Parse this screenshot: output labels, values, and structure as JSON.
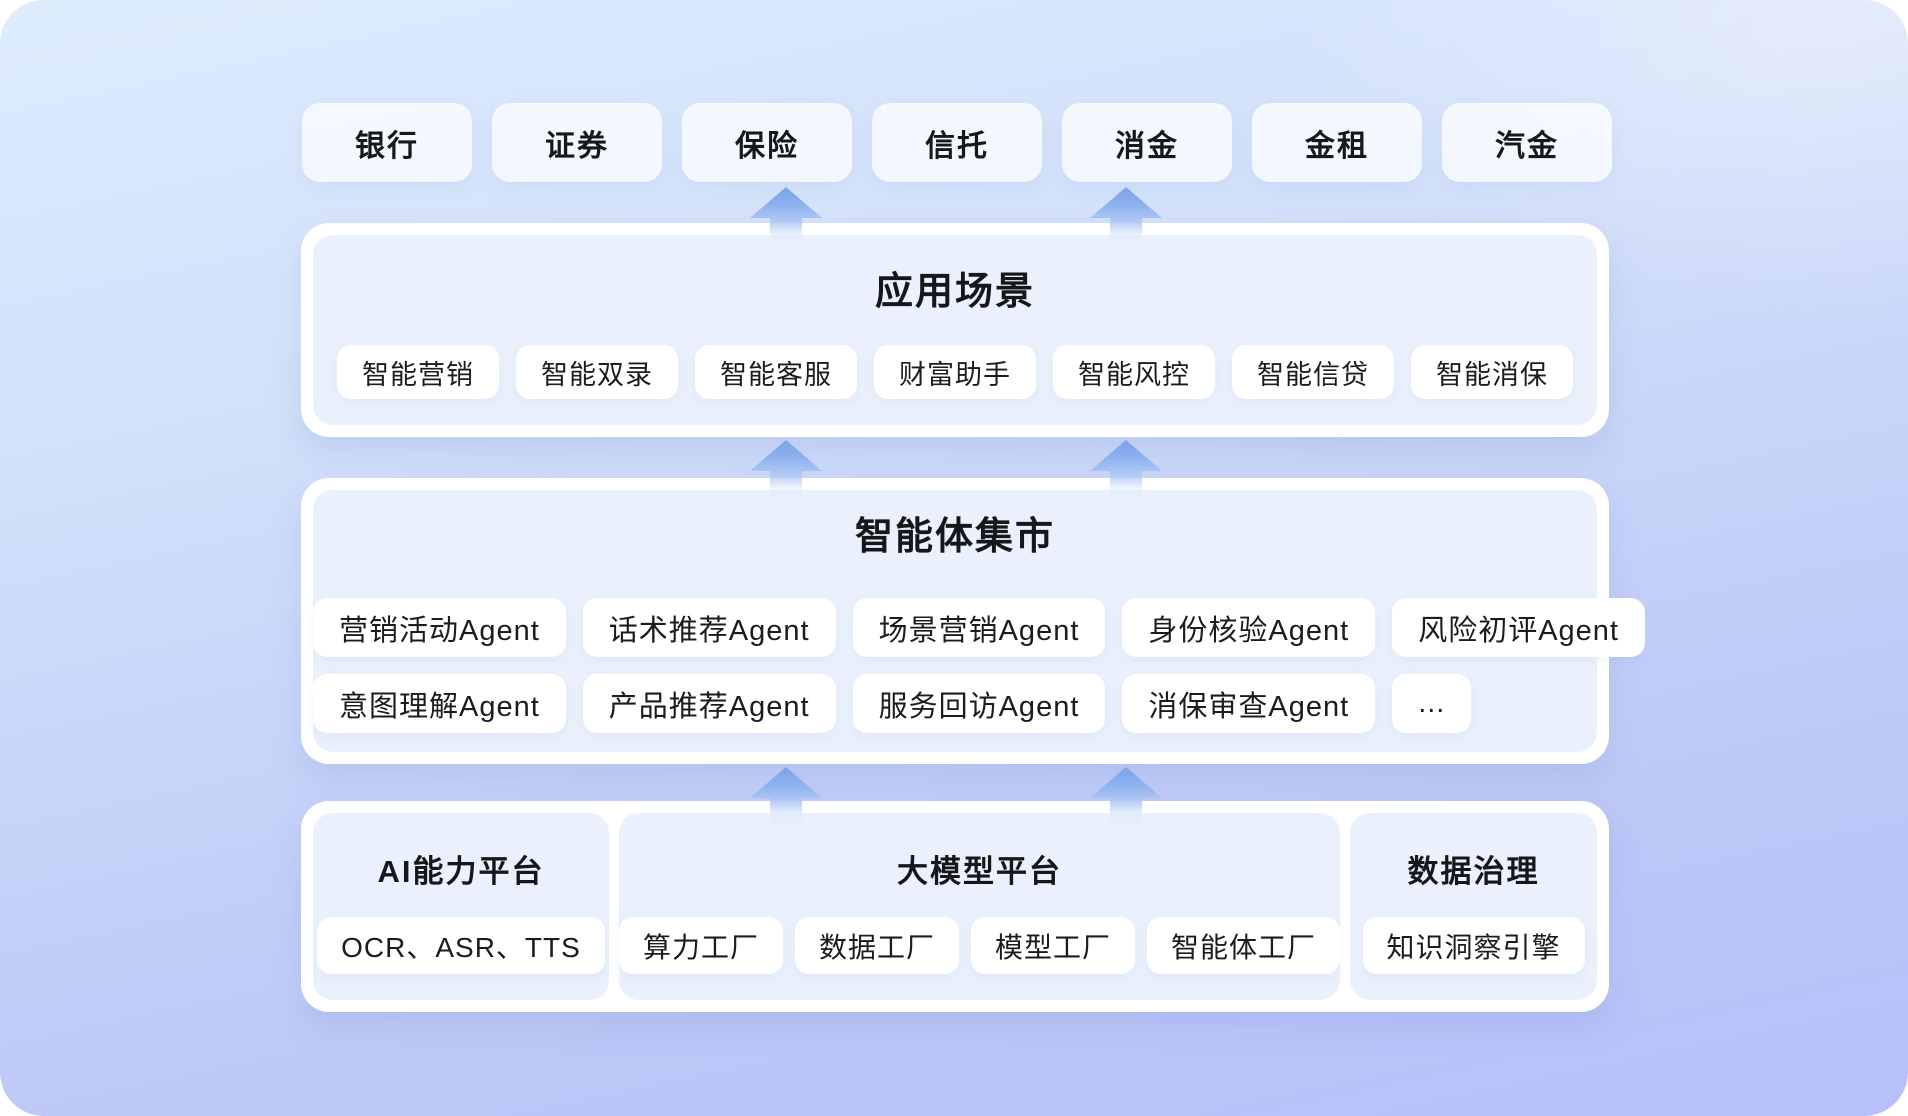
{
  "industries": [
    "银行",
    "证券",
    "保险",
    "信托",
    "消金",
    "金租",
    "汽金"
  ],
  "scene": {
    "title": "应用场景",
    "pills": [
      "智能营销",
      "智能双录",
      "智能客服",
      "财富助手",
      "智能风控",
      "智能信贷",
      "智能消保"
    ]
  },
  "market": {
    "title": "智能体集市",
    "row1": [
      "营销活动Agent",
      "话术推荐Agent",
      "场景营销Agent",
      "身份核验Agent",
      "风险初评Agent"
    ],
    "row2": [
      "意图理解Agent",
      "产品推荐Agent",
      "服务回访Agent",
      "消保审查Agent",
      "..."
    ]
  },
  "platform": {
    "boxes": [
      {
        "title": "AI能力平台",
        "pills": [
          "OCR、ASR、TTS"
        ]
      },
      {
        "title": "大模型平台",
        "pills": [
          "算力工厂",
          "数据工厂",
          "模型工厂",
          "智能体工厂"
        ]
      },
      {
        "title": "数据治理",
        "pills": [
          "知识洞察引擎"
        ]
      }
    ]
  },
  "icons": {
    "up_arrow": "flow direction from lower layer to upper layer"
  },
  "colors": {
    "background_top": "#ddecfd",
    "background_bottom": "#b7c0fa",
    "card_white": "#ffffff",
    "panel_blue": "#eaf1fc",
    "arrow_blue_top": "#7aa2e9",
    "arrow_blue_fade": "#a9c4f3",
    "text_dark": "#15171a"
  }
}
